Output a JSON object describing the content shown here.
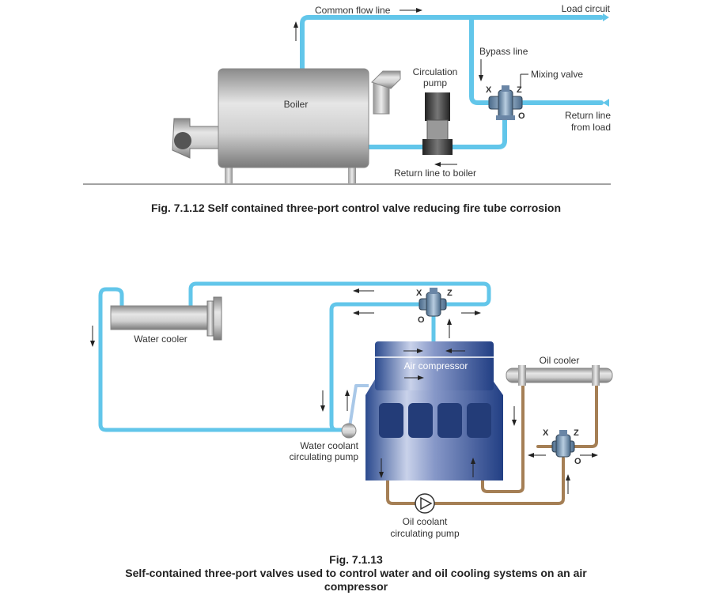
{
  "colors": {
    "water_pipe": "#62c6ea",
    "oil_pipe": "#a57f55",
    "coolant_pipe": "#a9c8e8",
    "compressor": "#2a4a8c"
  },
  "fig1": {
    "labels": {
      "common_flow": "Common flow line",
      "load_circuit": "Load circuit",
      "bypass": "Bypass line",
      "mixing_valve": "Mixing valve",
      "boiler": "Boiler",
      "pump_1": "Circulation",
      "pump_2": "pump",
      "return_load_1": "Return line",
      "return_load_2": "from load",
      "return_boiler": "Return line to boiler",
      "port_x": "X",
      "port_z": "Z",
      "port_o": "O"
    },
    "caption": "Fig. 7.1.12 Self contained three-port control valve reducing fire tube corrosion"
  },
  "fig2": {
    "labels": {
      "water_cooler": "Water cooler",
      "air_compressor": "Air compressor",
      "oil_cooler": "Oil cooler",
      "wc_pump_1": "Water coolant",
      "wc_pump_2": "circulating pump",
      "oil_pump_1": "Oil coolant",
      "oil_pump_2": "circulating pump",
      "port_x": "X",
      "port_z": "Z",
      "port_o": "O"
    },
    "caption_1": "Fig. 7.1.13",
    "caption_2": "Self-contained three-port valves used to control water and oil cooling systems on an air",
    "caption_3": "compressor"
  }
}
